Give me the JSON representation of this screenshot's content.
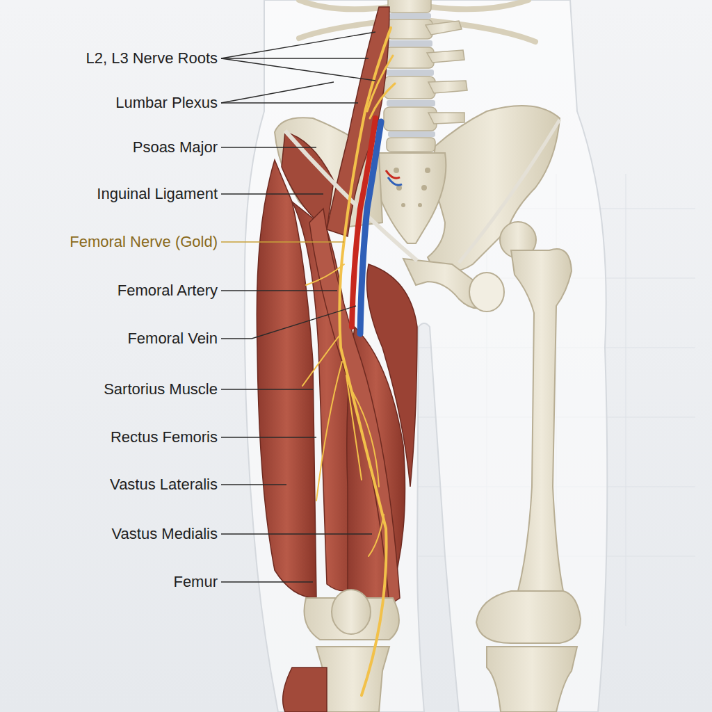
{
  "diagram": {
    "labels": [
      "L2, L3 Nerve Roots",
      "Lumbar Plexus",
      "Psoas Major",
      "Inguinal Ligament",
      "Femoral Nerve (Gold)",
      "Femoral Artery",
      "Femoral Vein",
      "Sartorius Muscle",
      "Rectus Femoris",
      "Vastus Lateralis",
      "Vastus Medialis",
      "Femur"
    ]
  }
}
